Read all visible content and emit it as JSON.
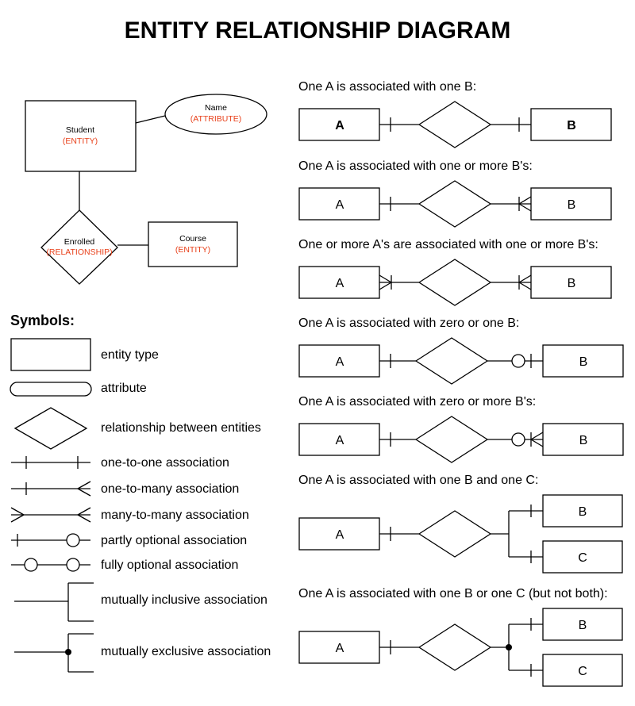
{
  "title": "ENTITY RELATIONSHIP DIAGRAM",
  "example": {
    "entity": {
      "name": "Student",
      "type": "(ENTITY)"
    },
    "attribute": {
      "name": "Name",
      "type": "(ATTRIBUTE)"
    },
    "relationship": {
      "name": "Enrolled",
      "type": "(RELATIONSHIP)"
    },
    "entity2": {
      "name": "Course",
      "type": "(ENTITY)"
    }
  },
  "symbols": {
    "heading": "Symbols:",
    "items": [
      "entity type",
      "attribute",
      "relationship between entities",
      "one-to-one association",
      "one-to-many association",
      "many-to-many association",
      "partly optional association",
      "fully optional association",
      "mutually inclusive association",
      "mutually exclusive association"
    ]
  },
  "examples": [
    {
      "caption": "One A is associated with one B:",
      "a": "A",
      "b": "B"
    },
    {
      "caption": "One A is associated with one or more B's:",
      "a": "A",
      "b": "B"
    },
    {
      "caption": "One or more A's are associated with one or more B's:",
      "a": "A",
      "b": "B"
    },
    {
      "caption": "One A is associated with zero or one B:",
      "a": "A",
      "b": "B"
    },
    {
      "caption": "One A is associated with zero or more B's:",
      "a": "A",
      "b": "B"
    },
    {
      "caption": "One A is associated with one B and one C:",
      "a": "A",
      "b": "B",
      "c": "C"
    },
    {
      "caption": "One A is associated with one B or one C (but not both):",
      "a": "A",
      "b": "B",
      "c": "C"
    }
  ]
}
